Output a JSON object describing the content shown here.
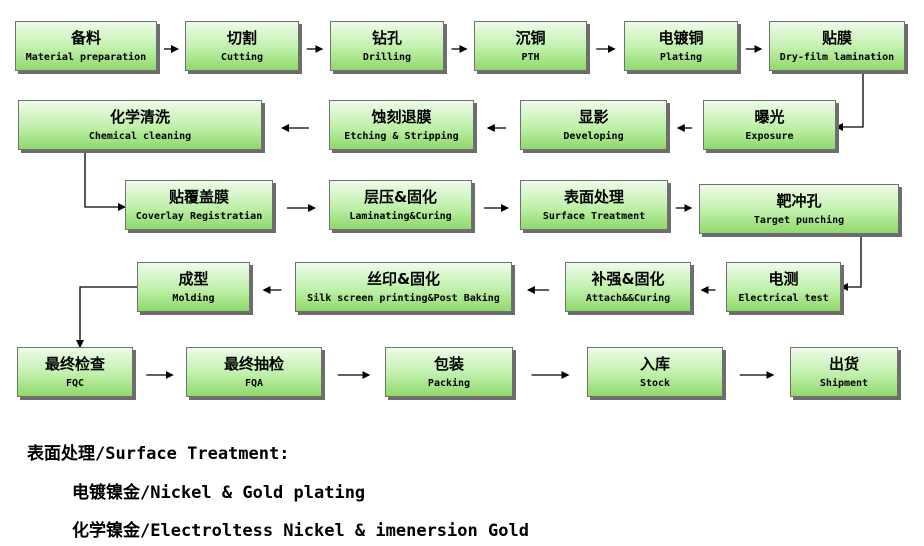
{
  "process": {
    "nodes": [
      {
        "id": "n1",
        "zh": "备料",
        "en": "Material preparation"
      },
      {
        "id": "n2",
        "zh": "切割",
        "en": "Cutting"
      },
      {
        "id": "n3",
        "zh": "钻孔",
        "en": "Drilling"
      },
      {
        "id": "n4",
        "zh": "沉铜",
        "en": "PTH"
      },
      {
        "id": "n5",
        "zh": "电镀铜",
        "en": "Plating"
      },
      {
        "id": "n6",
        "zh": "贴膜",
        "en": "Dry-film lamination"
      },
      {
        "id": "n7",
        "zh": "曝光",
        "en": "Exposure"
      },
      {
        "id": "n8",
        "zh": "显影",
        "en": "Developing"
      },
      {
        "id": "n9",
        "zh": "蚀刻退膜",
        "en": "Etching & Stripping"
      },
      {
        "id": "n10",
        "zh": "化学清洗",
        "en": "Chemical cleaning"
      },
      {
        "id": "n11",
        "zh": "贴覆盖膜",
        "en": "Coverlay Registratian"
      },
      {
        "id": "n12",
        "zh": "层压&固化",
        "en": "Laminating&Curing"
      },
      {
        "id": "n13",
        "zh": "表面处理",
        "en": "Surface Treatment"
      },
      {
        "id": "n14",
        "zh": "靶冲孔",
        "en": "Target punching"
      },
      {
        "id": "n15",
        "zh": "电测",
        "en": "Electrical test"
      },
      {
        "id": "n16",
        "zh": "补强&固化",
        "en": "Attach&&Curing"
      },
      {
        "id": "n17",
        "zh": "丝印&固化",
        "en": "Silk screen printing&Post Baking"
      },
      {
        "id": "n18",
        "zh": "成型",
        "en": "Molding"
      },
      {
        "id": "n19",
        "zh": "最终检查",
        "en": "FQC"
      },
      {
        "id": "n20",
        "zh": "最终抽检",
        "en": "FQA"
      },
      {
        "id": "n21",
        "zh": "包装",
        "en": "Packing"
      },
      {
        "id": "n22",
        "zh": "入库",
        "en": "Stock"
      },
      {
        "id": "n23",
        "zh": "出货",
        "en": "Shipment"
      }
    ],
    "edges": [
      [
        "n1",
        "n2"
      ],
      [
        "n2",
        "n3"
      ],
      [
        "n3",
        "n4"
      ],
      [
        "n4",
        "n5"
      ],
      [
        "n5",
        "n6"
      ],
      [
        "n6",
        "n7"
      ],
      [
        "n7",
        "n8"
      ],
      [
        "n8",
        "n9"
      ],
      [
        "n9",
        "n10"
      ],
      [
        "n10",
        "n11"
      ],
      [
        "n11",
        "n12"
      ],
      [
        "n12",
        "n13"
      ],
      [
        "n13",
        "n14"
      ],
      [
        "n14",
        "n15"
      ],
      [
        "n15",
        "n16"
      ],
      [
        "n16",
        "n17"
      ],
      [
        "n17",
        "n18"
      ],
      [
        "n18",
        "n19"
      ],
      [
        "n19",
        "n20"
      ],
      [
        "n20",
        "n21"
      ],
      [
        "n21",
        "n22"
      ],
      [
        "n22",
        "n23"
      ]
    ]
  },
  "notes": {
    "heading": "表面处理/Surface Treatment:",
    "item1": "电镀镍金/Nickel & Gold plating",
    "item2": "化学镍金/Electroltess Nickel & imenersion Gold"
  },
  "colors": {
    "box_fill": "#bff0aa",
    "box_border": "#707070",
    "shadow": "#6d6d6d",
    "line": "#000000"
  }
}
